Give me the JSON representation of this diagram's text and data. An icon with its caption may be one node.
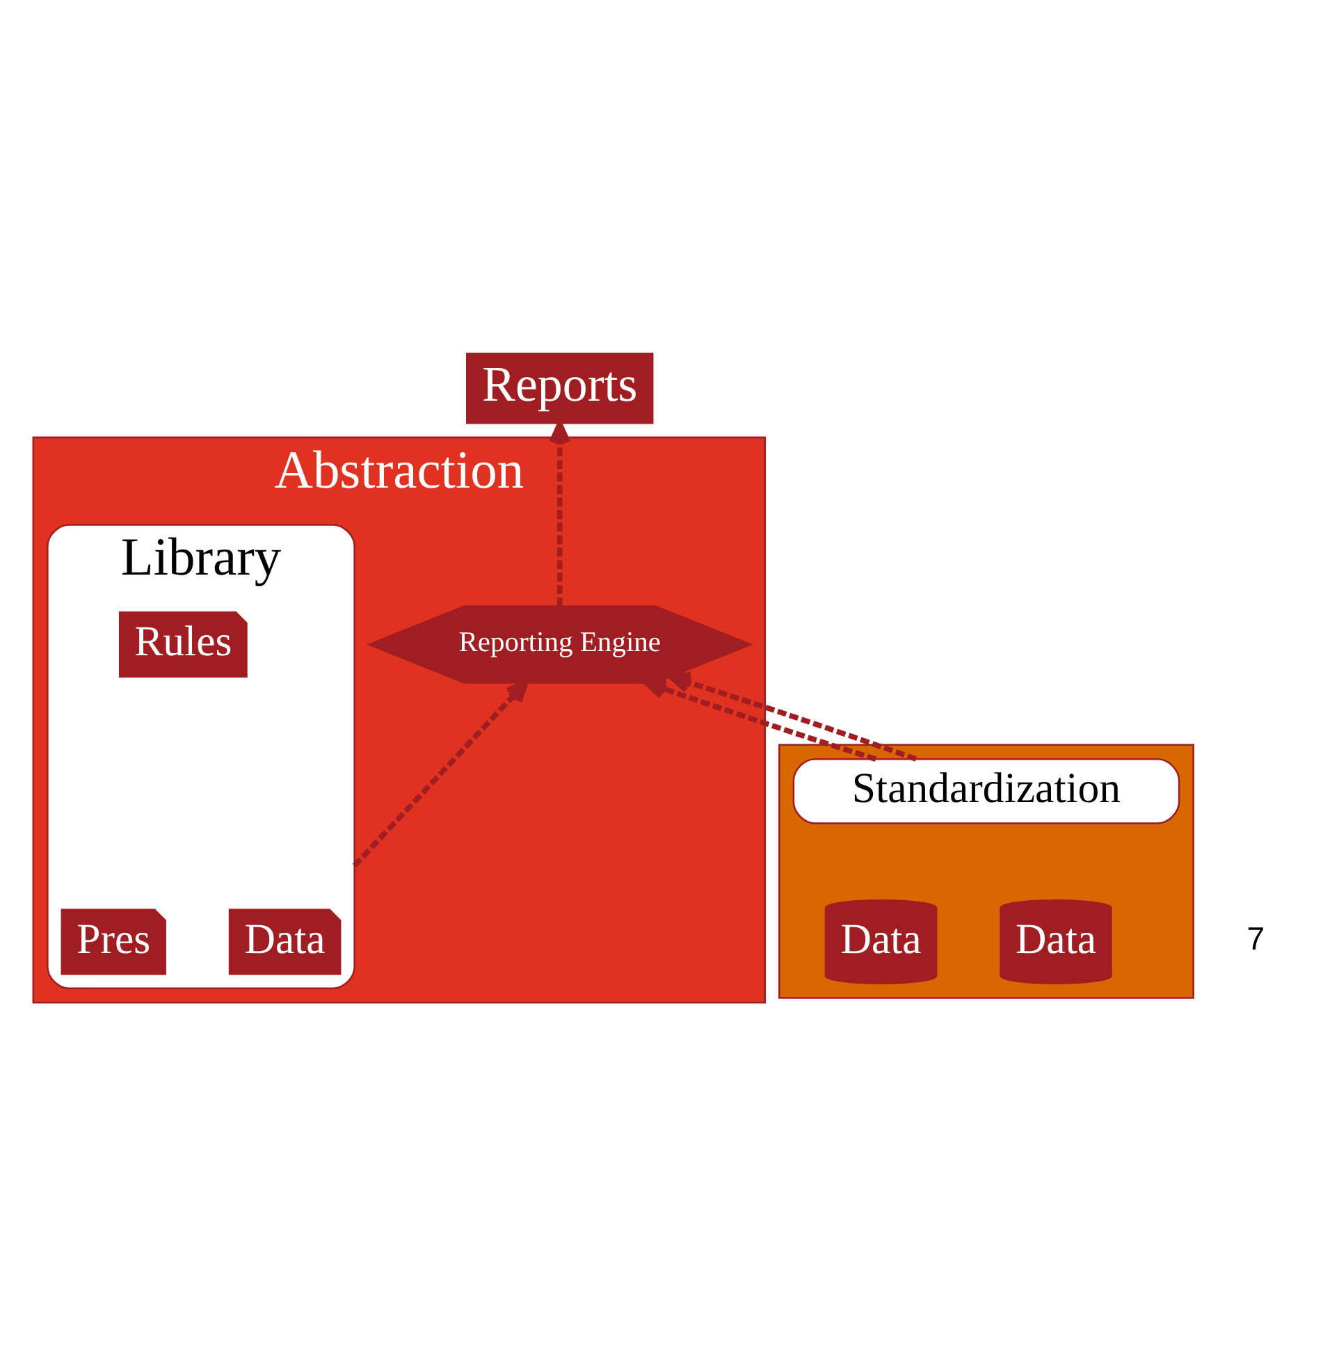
{
  "diagram": {
    "nodes": [
      {
        "text": [
          "Abstraction"
        ]
      },
      {
        "text": [
          "Reports"
        ]
      },
      {
        "text": [
          "Reporting Engine"
        ],
        "in": 0
      },
      {
        "text": [
          "Library"
        ],
        "in": 0
      },
      {
        "text": [
          "Data"
        ],
        "in": 3
      },
      {
        "text": [
          "Rules"
        ],
        "in": 3
      },
      {
        "text": [
          "Pres"
        ],
        "in": 3
      },
      {
        "text": [],
        "shape": "box"
      },
      {
        "text": [
          "Standardization"
        ],
        "in": 7
      },
      {
        "text": [
          "Data"
        ],
        "in": 7
      },
      {
        "text": [
          "Data"
        ],
        "in": 7
      }
    ],
    "edges": [
      {
        "from": 8,
        "to": 2,
        "arrow": "to",
        "style": "dashed"
      },
      {
        "from": 8,
        "to": 2,
        "arrow": "to",
        "style": "dashed"
      },
      {
        "from": 3,
        "to": 2,
        "arrow": "to",
        "style": "dashed"
      },
      {
        "from": 2,
        "to": 1,
        "arrow": "to",
        "style": "dashed"
      }
    ],
    "labels": [
      "7"
    ]
  }
}
